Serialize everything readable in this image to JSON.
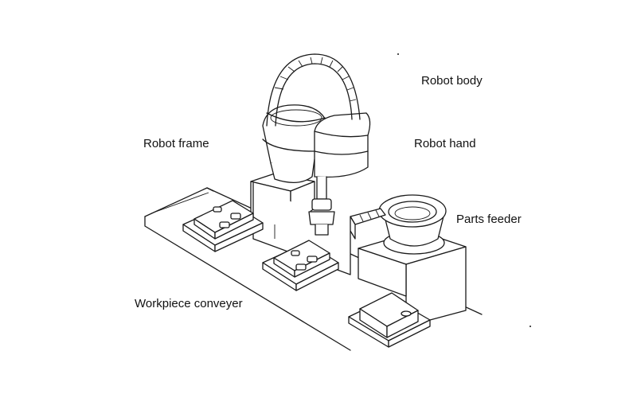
{
  "labels": {
    "robot_body": "Robot body",
    "robot_hand": "Robot hand",
    "robot_frame": "Robot frame",
    "parts_feeder": "Parts feeder",
    "workpiece_conveyer": "Workpiece conveyer"
  }
}
